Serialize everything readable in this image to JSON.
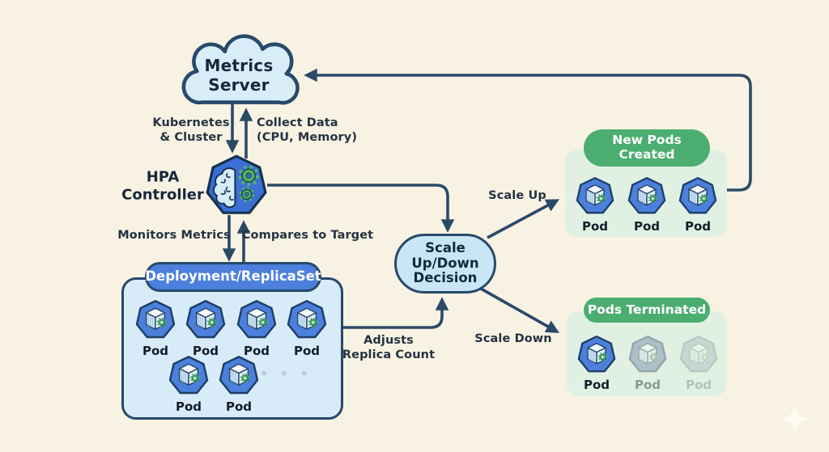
{
  "nodes": {
    "metrics_server": {
      "label": "Metrics\nServer"
    },
    "hpa_controller": {
      "label": "HPA\nController"
    },
    "deployment": {
      "label": "Deployment/ReplicaSet",
      "pods": [
        "Pod",
        "Pod",
        "Pod",
        "Pod",
        "Pod",
        "Pod"
      ],
      "more_indicator": "• • •"
    },
    "decision": {
      "label": "Scale\nUp/Down\nDecision"
    },
    "new_pods": {
      "label": "New Pods\nCreated",
      "pods": [
        "Pod",
        "Pod",
        "Pod"
      ]
    },
    "pods_terminated": {
      "label": "Pods Terminated",
      "pods": [
        "Pod",
        "Pod",
        "Pod"
      ]
    }
  },
  "edges": {
    "kubernetes_cluster": {
      "label": "Kubernetes\n& Cluster"
    },
    "collect_data": {
      "label": "Collect Data\n(CPU, Memory)"
    },
    "monitors_metrics": {
      "label": "Monitors Metrics"
    },
    "compares_to_target": {
      "label": "Compares to Target"
    },
    "adjusts_replica_count": {
      "label": "Adjusts\nReplica Count"
    },
    "scale_up": {
      "label": "Scale Up"
    },
    "scale_down": {
      "label": "Scale Down"
    }
  },
  "colors": {
    "background": "#f8f2e3",
    "connector_navy": "#2b4a68",
    "node_blue": "#4c80dc",
    "hpa_blue": "#3b6fd3",
    "light_blue_fill": "#d8ebf8",
    "cloud_fill": "#d9edf8",
    "decision_fill": "#c8e6f5",
    "green": "#4bae70",
    "light_green_fill": "#deefe4",
    "gear_green": "#4caf6e",
    "text_dark": "#17283a"
  }
}
